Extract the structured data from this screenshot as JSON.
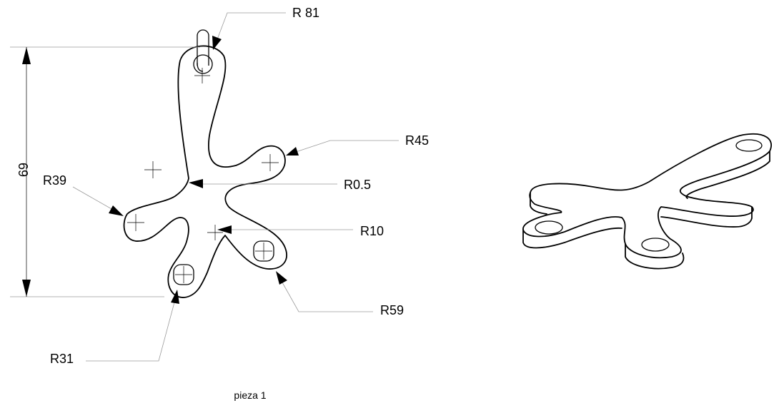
{
  "dimensions": {
    "overall_height": "69",
    "radius_labels": {
      "r81": "R 81",
      "r45": "R45",
      "r05": "R0.5",
      "r39": "R39",
      "r10": "R10",
      "r59": "R59",
      "r31": "R31"
    }
  },
  "caption": "pieza 1",
  "colors": {
    "line": "#000000",
    "leader": "#9a9a9a",
    "background": "#ffffff"
  }
}
